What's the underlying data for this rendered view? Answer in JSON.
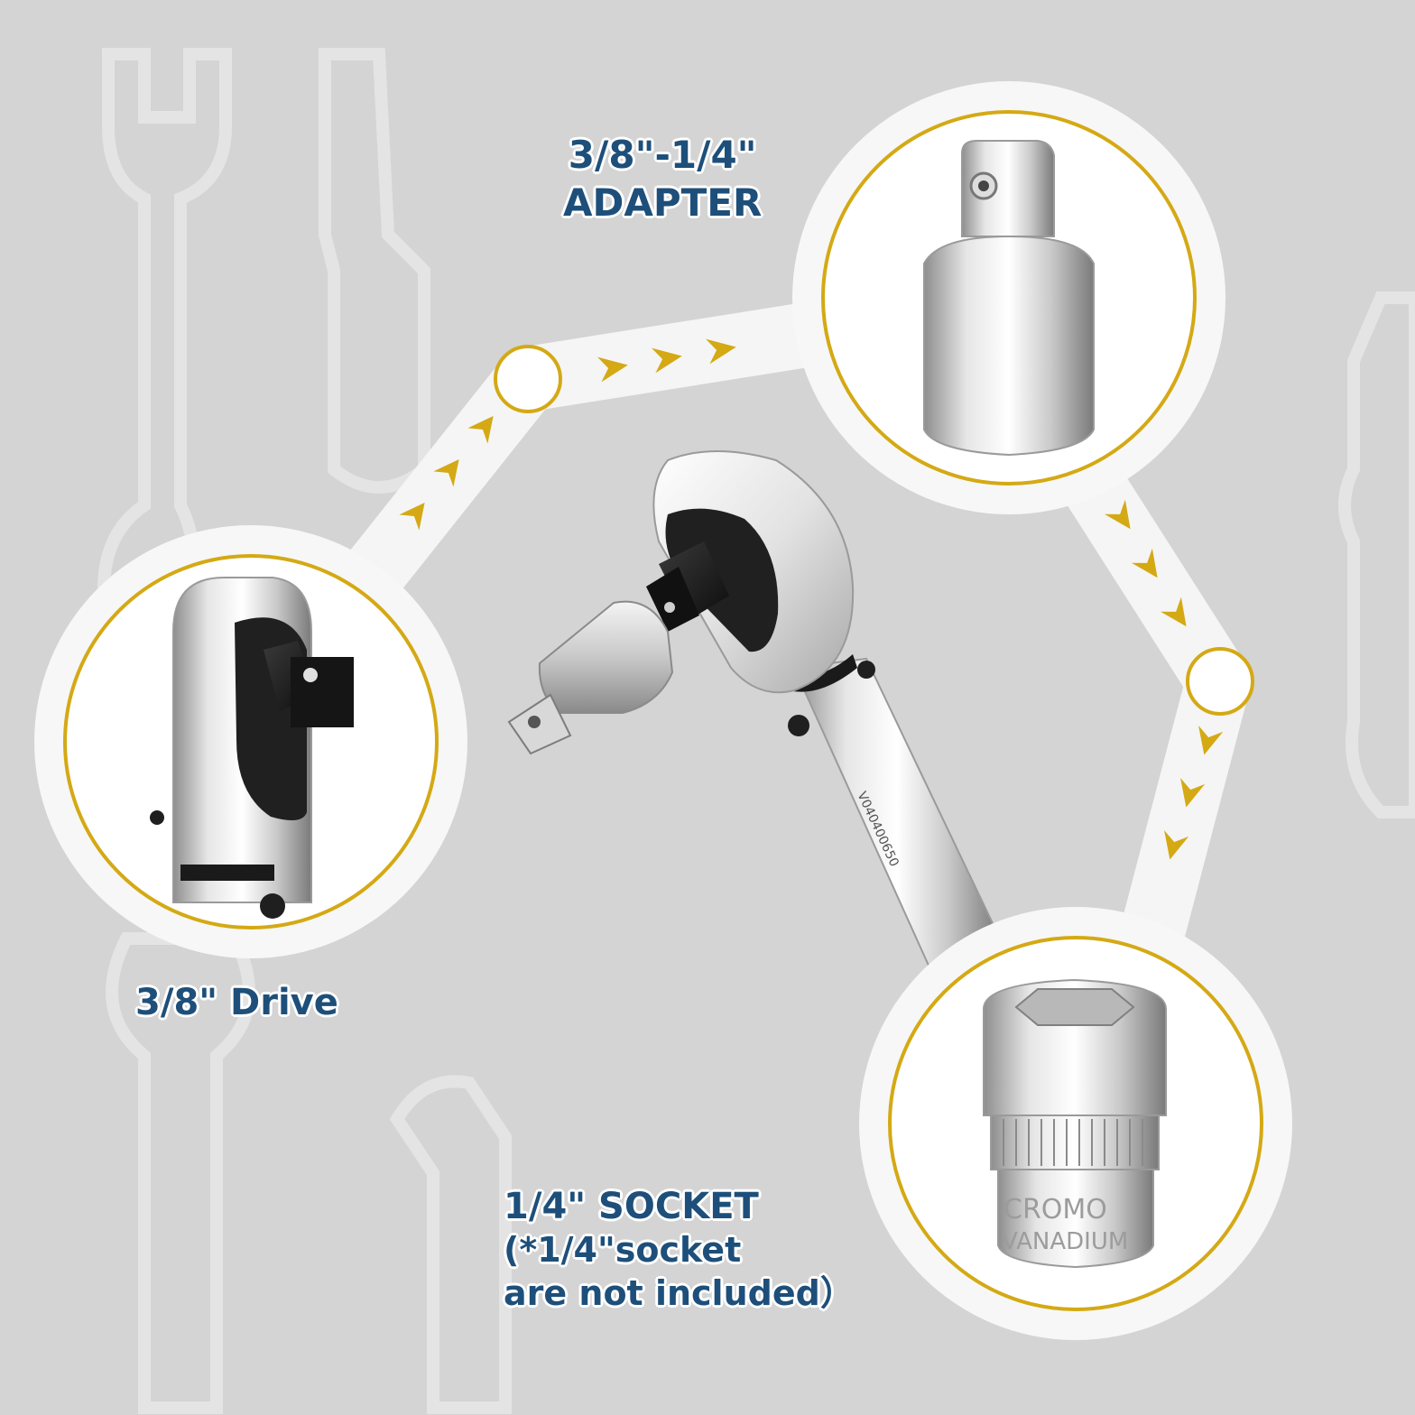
{
  "colors": {
    "background": "#d4d4d4",
    "path": "#f5f5f5",
    "arrow": "#d4a914",
    "circle_ring": "#d4a914",
    "label_text": "#1d4f7a"
  },
  "labels": {
    "adapter": {
      "line1": "3/8\"-1/4\"",
      "line2": "ADAPTER"
    },
    "drive": {
      "line1": "3/8\" Drive"
    },
    "socket": {
      "line1": "1/4\" SOCKET",
      "line2": "(*1/4\"socket",
      "line3": "are not included）"
    }
  },
  "wrench_marking": "V040400650",
  "socket_markings": {
    "top": "CROMO",
    "bottom": "VANADIUM"
  },
  "icons": [
    "ratchet-head-icon",
    "adapter-icon",
    "socket-icon",
    "wrench-icon",
    "flow-arrow-icon"
  ]
}
